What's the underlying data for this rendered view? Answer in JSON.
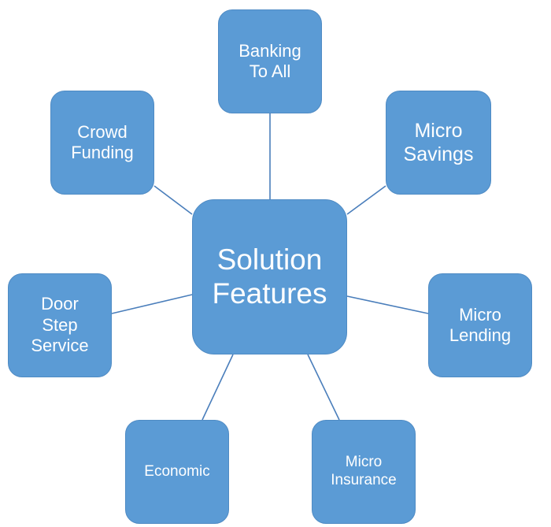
{
  "diagram": {
    "center": {
      "label": "Solution\nFeatures"
    },
    "features": {
      "banking_to_all": "Banking\nTo All",
      "crowd_funding": "Crowd\nFunding",
      "micro_savings": "Micro\nSavings",
      "door_step_service": "Door\nStep\nService",
      "micro_lending": "Micro\nLending",
      "economic": "Economic",
      "micro_insurance": "Micro\nInsurance"
    },
    "colors": {
      "node_fill": "#5b9bd5",
      "node_border": "#4f8bc4",
      "connector": "#4a7ebb",
      "text": "#ffffff"
    }
  }
}
